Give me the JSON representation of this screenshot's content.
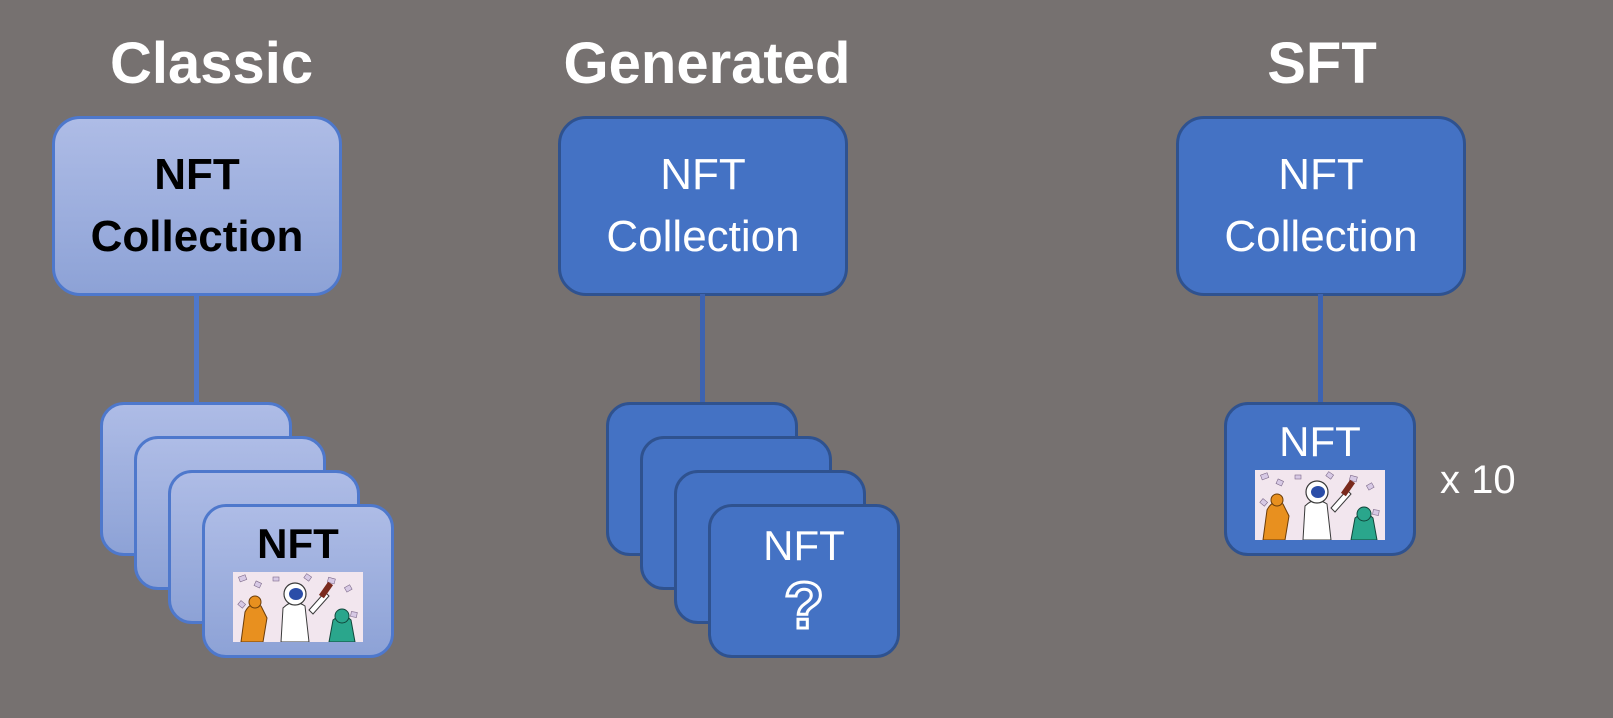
{
  "columns": {
    "classic": {
      "title": "Classic",
      "collection": [
        "NFT",
        "Collection"
      ],
      "card_label": "NFT"
    },
    "generated": {
      "title": "Generated",
      "collection": [
        "NFT",
        "Collection"
      ],
      "card_label": "NFT",
      "unknown_mark": "?"
    },
    "sft": {
      "title": "SFT",
      "collection": [
        "NFT",
        "Collection"
      ],
      "card_label": "NFT",
      "multiplier": "x 10"
    }
  },
  "colors": {
    "background": "#767170",
    "classic_fill": "#a3b3e0",
    "blue_fill": "#4472c4",
    "blue_border": "#2f528f"
  },
  "icons": {
    "nft_artwork": "astronaut-art-image",
    "unknown": "question-mark-icon"
  }
}
